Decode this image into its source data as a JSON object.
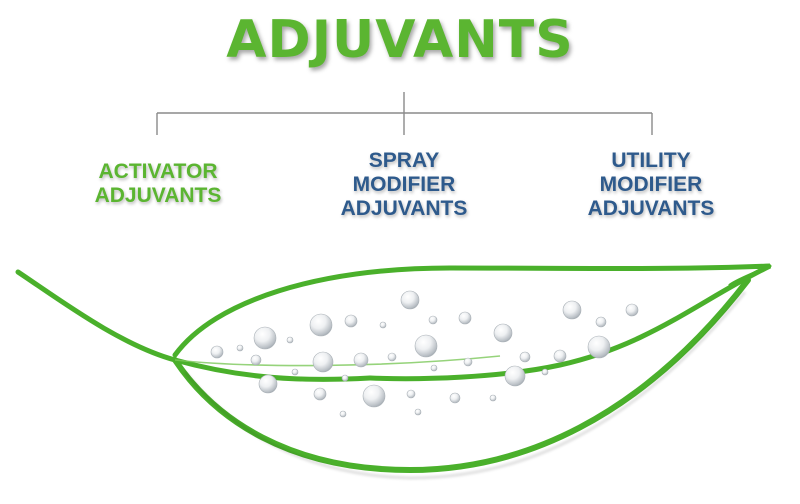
{
  "title": "ADJUVANTS",
  "categories": [
    {
      "lines": [
        "ACTIVATOR",
        "ADJUVANTS"
      ],
      "color": "#5bb531"
    },
    {
      "lines": [
        "SPRAY",
        "MODIFIER",
        "ADJUVANTS"
      ],
      "color": "#2e5a8c"
    },
    {
      "lines": [
        "UTILITY",
        "MODIFIER",
        "ADJUVANTS"
      ],
      "color": "#2e5a8c"
    }
  ],
  "colors": {
    "leaf_green": "#4ab02b",
    "connector_gray": "#8a8a8a",
    "droplet": "#d6dadd"
  }
}
